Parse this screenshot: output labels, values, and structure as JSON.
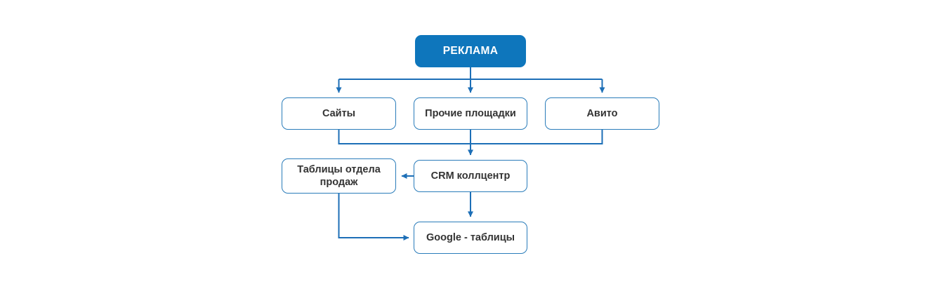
{
  "diagram": {
    "type": "flowchart",
    "nodes": [
      {
        "id": "reklama",
        "label": "РЕКЛАМА",
        "style": "primary"
      },
      {
        "id": "sites",
        "label": "Сайты",
        "style": "outline"
      },
      {
        "id": "other-platforms",
        "label": "Прочие площадки",
        "style": "outline"
      },
      {
        "id": "avito",
        "label": "Авито",
        "style": "outline"
      },
      {
        "id": "sales-tables",
        "label": "Таблицы отдела продаж",
        "style": "outline"
      },
      {
        "id": "crm",
        "label": "CRM коллцентр",
        "style": "outline"
      },
      {
        "id": "google-sheets",
        "label": "Google - таблицы",
        "style": "outline"
      }
    ],
    "edges": [
      {
        "from": "reklama",
        "to": "sites"
      },
      {
        "from": "reklama",
        "to": "other-platforms"
      },
      {
        "from": "reklama",
        "to": "avito"
      },
      {
        "from": "sites",
        "to": "crm"
      },
      {
        "from": "other-platforms",
        "to": "crm"
      },
      {
        "from": "avito",
        "to": "crm"
      },
      {
        "from": "crm",
        "to": "sales-tables"
      },
      {
        "from": "crm",
        "to": "google-sheets"
      },
      {
        "from": "sales-tables",
        "to": "google-sheets"
      }
    ],
    "colors": {
      "primary_node_fill": "#0e76bc",
      "primary_node_text": "#ffffff",
      "node_border": "#2a7cba",
      "node_text": "#333333",
      "connector": "#1d6fb7",
      "background": "#ffffff"
    }
  }
}
